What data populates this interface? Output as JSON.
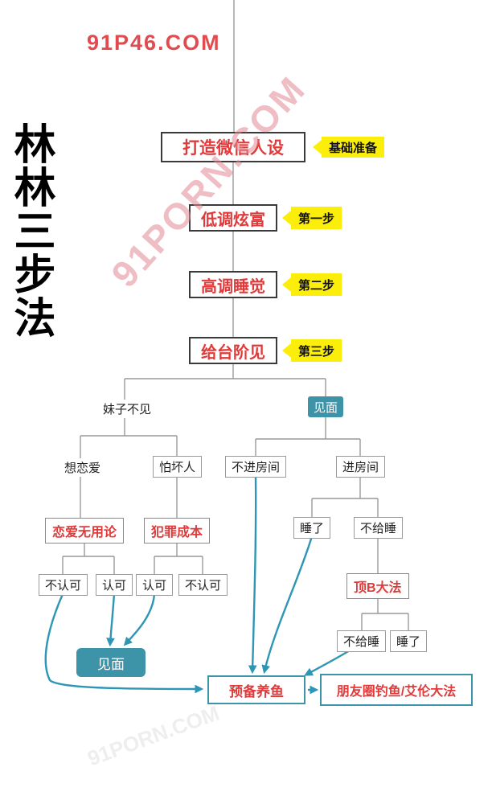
{
  "watermark": {
    "top": "91P46.COM",
    "diagonal": "91PORN.COM"
  },
  "side_title": "林林三步法",
  "flow": {
    "persona": "打造微信人设",
    "tag_basic": "基础准备",
    "step1": "低调炫富",
    "tag_step1": "第一步",
    "step2": "高调睡觉",
    "tag_step2": "第二步",
    "step3": "给台阶见",
    "tag_step3": "第三步",
    "no_meet": "妹子不见",
    "meet": "见面",
    "want_love": "想恋爱",
    "fear_bad": "怕坏人",
    "no_enter_room": "不进房间",
    "enter_room": "进房间",
    "love_useless": "恋爱无用论",
    "crime_cost": "犯罪成本",
    "slept": "睡了",
    "refuse_sleep": "不给睡",
    "reject_love": "不认可",
    "accept_love": "认可",
    "accept_crime": "认可",
    "reject_crime": "不认可",
    "top_b_method": "顶B大法",
    "refuse_sleep_2": "不给睡",
    "slept_2": "睡了",
    "meet_2": "见面",
    "prep_fishing": "预备养鱼",
    "moments_fishing": "朋友圈钓鱼/艾伦大法"
  },
  "colors": {
    "red_text": "#e03a3a",
    "yellow_tag": "#fbee0a",
    "teal": "#3d93a8",
    "arrow": "#2e96b5",
    "line": "#999999"
  }
}
